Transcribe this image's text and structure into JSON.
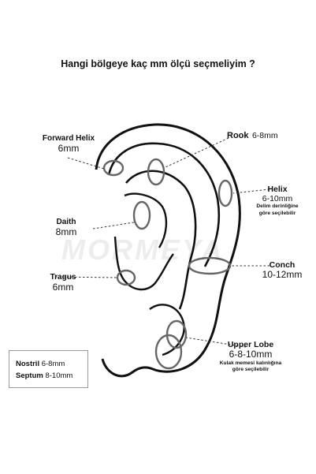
{
  "title": "Hangi bölgeye kaç mm ölçü seçmeliyim ?",
  "watermark": "MORMEYA",
  "labels": {
    "forward_helix": {
      "name": "Forward Helix",
      "value": "6mm"
    },
    "rook": {
      "name": "Rook",
      "value": "6-8mm"
    },
    "helix": {
      "name": "Helix",
      "value": "6-10mm",
      "note_line1": "Delim derinliğine",
      "note_line2": "göre seçilebilir"
    },
    "daith": {
      "name": "Daith",
      "value": "8mm"
    },
    "conch": {
      "name": "Conch",
      "value": "10-12mm"
    },
    "tragus": {
      "name": "Tragus",
      "value": "6mm"
    },
    "upper_lobe": {
      "name": "Upper Lobe",
      "value": "6-8-10mm",
      "note_line1": "Kulak memesi kalınlığına",
      "note_line2": "göre seçilebilir"
    }
  },
  "nose_box": {
    "nostril": {
      "name": "Nostril",
      "value": "6-8mm"
    },
    "septum": {
      "name": "Septum",
      "value": "8-10mm"
    }
  },
  "colors": {
    "text": "#111111",
    "ring": "#666666",
    "line": "#222222"
  }
}
